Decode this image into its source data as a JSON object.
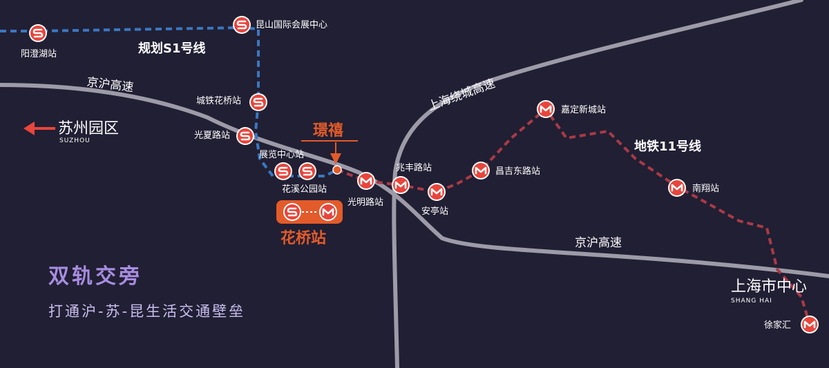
{
  "colors": {
    "background": "#211f33",
    "road": "#9d9ba8",
    "metro_s1": "#3a78c2",
    "metro_11": "#a93a47",
    "station_red": "#e8453c",
    "highlight": "#e35b2a",
    "slogan_title": "#a78de0",
    "slogan_sub": "#c9bff0"
  },
  "roads": {
    "jinghu_top": "京沪高速",
    "jinghu_bottom": "京沪高速",
    "shanghai_ring": "上海绕城高速"
  },
  "lines": {
    "s1": "规划S1号线",
    "line11": "地铁11号线"
  },
  "stations": {
    "yangchenghu": "阳澄湖站",
    "kunshan_expo": "昆山国际会展中心",
    "chengtie_huaqiao": "城铁花桥站",
    "guangxia_road": "光夏路站",
    "expo_center": "展览中心站",
    "huaxi_park": "花溪公园站",
    "guangming_road": "光明路站",
    "zhaofeng_road": "兆丰路站",
    "anting": "安亭站",
    "changjidong_road": "昌吉东路站",
    "jiading_newtown": "嘉定新城站",
    "nanxiang": "南翔站",
    "xujiahui": "徐家汇"
  },
  "places": {
    "suzhou_park": "苏州园区",
    "suzhou_en": "SUZHOU",
    "shanghai_center": "上海市中心",
    "shanghai_en": "SHANG HAI"
  },
  "project": {
    "name": "璟禧",
    "hub_station": "花桥站"
  },
  "slogan": {
    "title": "双轨交旁",
    "subtitle": "打通沪-苏-昆生活交通壁垒"
  }
}
